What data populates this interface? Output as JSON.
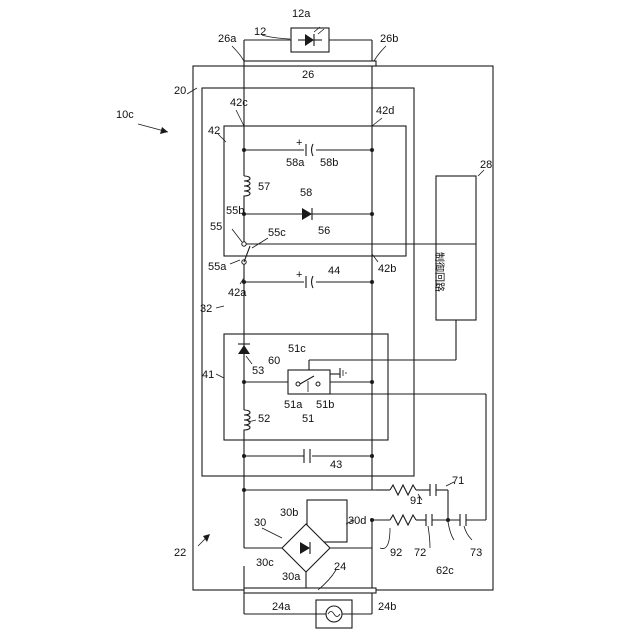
{
  "labels": {
    "fig_ref": "10c",
    "led": "12",
    "led_a": "12a",
    "t26a": "26a",
    "t26b": "26b",
    "l26": "26",
    "l20": "20",
    "l42c": "42c",
    "l42d": "42d",
    "l42": "42",
    "l58a": "58a",
    "l58b": "58b",
    "l58": "58",
    "l57": "57",
    "l56": "56",
    "l55": "55",
    "l55b": "55b",
    "l55c": "55c",
    "l55a": "55a",
    "l42a": "42a",
    "l42b": "42b",
    "l44": "44",
    "l28": "28",
    "ctrl": "制御回路",
    "l32": "32",
    "l41": "41",
    "l53": "53",
    "l60": "60",
    "l51c": "51c",
    "l52": "52",
    "l51a": "51a",
    "l51": "51",
    "l51b": "51b",
    "l43": "43",
    "l91": "91",
    "l71": "71",
    "l30": "30",
    "l30b": "30b",
    "l30d": "30d",
    "l22": "22",
    "l30c": "30c",
    "l30a": "30a",
    "l24": "24",
    "l92": "92",
    "l72": "72",
    "l62c": "62c",
    "l73": "73",
    "l24a": "24a",
    "l24b": "24b",
    "plus1": "+",
    "plus2": "+"
  }
}
